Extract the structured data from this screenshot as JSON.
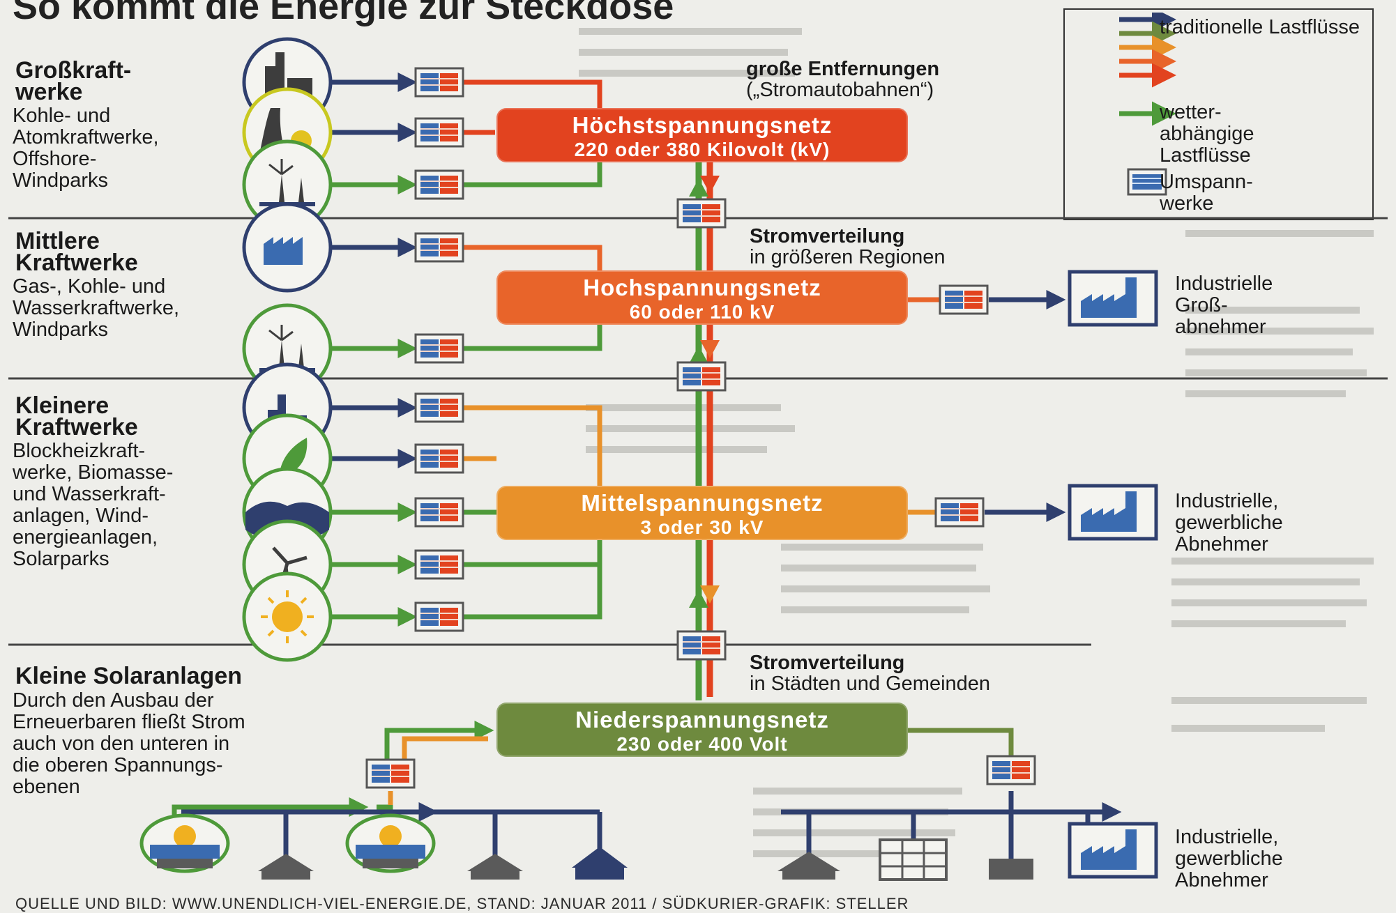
{
  "title": "So kommt die Energie zur Steckdose",
  "legend": {
    "traditional": "traditionelle Lastflüsse",
    "weather": "wetter- abhängige Lastflüsse",
    "substation": "Umspann- werke"
  },
  "notes": {
    "distance_line1": "große Entfernungen",
    "distance_line2": "(„Stromautobahnen“)",
    "dist_regions_line1": "Stromverteilung",
    "dist_regions_line2": "in größeren Regionen",
    "dist_cities_line1": "Stromverteilung",
    "dist_cities_line2": "in Städten und Gemeinden"
  },
  "sections": [
    {
      "heading": "Großkraft- werke",
      "heading_line1": "Großkraft-",
      "heading_line2": "werke",
      "lines": [
        "Kohle- und",
        "Atomkraftwerke,",
        "Offshore-",
        "Windparks"
      ]
    },
    {
      "heading_line1": "Mittlere",
      "heading_line2": "Kraftwerke",
      "lines": [
        "Gas-, Kohle- und",
        "Wasserkraftwerke,",
        "Windparks"
      ]
    },
    {
      "heading_line1": "Kleinere",
      "heading_line2": "Kraftwerke",
      "lines": [
        "Blockheizkraft-",
        "werke, Biomasse-",
        "und Wasserkraft-",
        "anlagen, Wind-",
        "energieanlagen,",
        "Solarparks"
      ]
    },
    {
      "heading_line1": "Kleine Solaranlagen",
      "lines": [
        "Durch den Ausbau der",
        "Erneuerbaren fließt Strom",
        "auch von den unteren in",
        "die oberen Spannungs-",
        "ebenen"
      ]
    }
  ],
  "grids": [
    {
      "name": "Höchstspannungsnetz",
      "voltage": "220 oder 380 Kilovolt (kV)",
      "color": "#e2431f"
    },
    {
      "name": "Hochspannungsnetz",
      "voltage": "60 oder 110 kV",
      "color": "#e8642a"
    },
    {
      "name": "Mittelspannungsnetz",
      "voltage": "3 oder 30 kV",
      "color": "#e8912a"
    },
    {
      "name": "Niederspannungsnetz",
      "voltage": "230 oder 400 Volt",
      "color": "#6e8a3e"
    }
  ],
  "consumers": [
    {
      "line1": "Industrielle",
      "line2": "Groß-",
      "line3": "abnehmer"
    },
    {
      "line1": "Industrielle,",
      "line2": "gewerbliche",
      "line3": "Abnehmer"
    },
    {
      "line1": "Industrielle,",
      "line2": "gewerbliche",
      "line3": "Abnehmer"
    }
  ],
  "source": "QUELLE UND BILD: WWW.UNENDLICH-VIEL-ENERGIE.DE, STAND: JANUAR 2011 / SÜDKURIER-GRAFIK: STELLER",
  "colors": {
    "navy": "#2f3f6e",
    "green": "#4e9a3a",
    "red": "#e2431f",
    "orange": "#e8912a",
    "olive": "#6e8a3e"
  },
  "icons": [
    "factory-icon",
    "nuclear-icon",
    "wind-turbine-icon",
    "solar-icon",
    "leaf-icon",
    "water-icon",
    "house-icon",
    "substation-icon"
  ]
}
